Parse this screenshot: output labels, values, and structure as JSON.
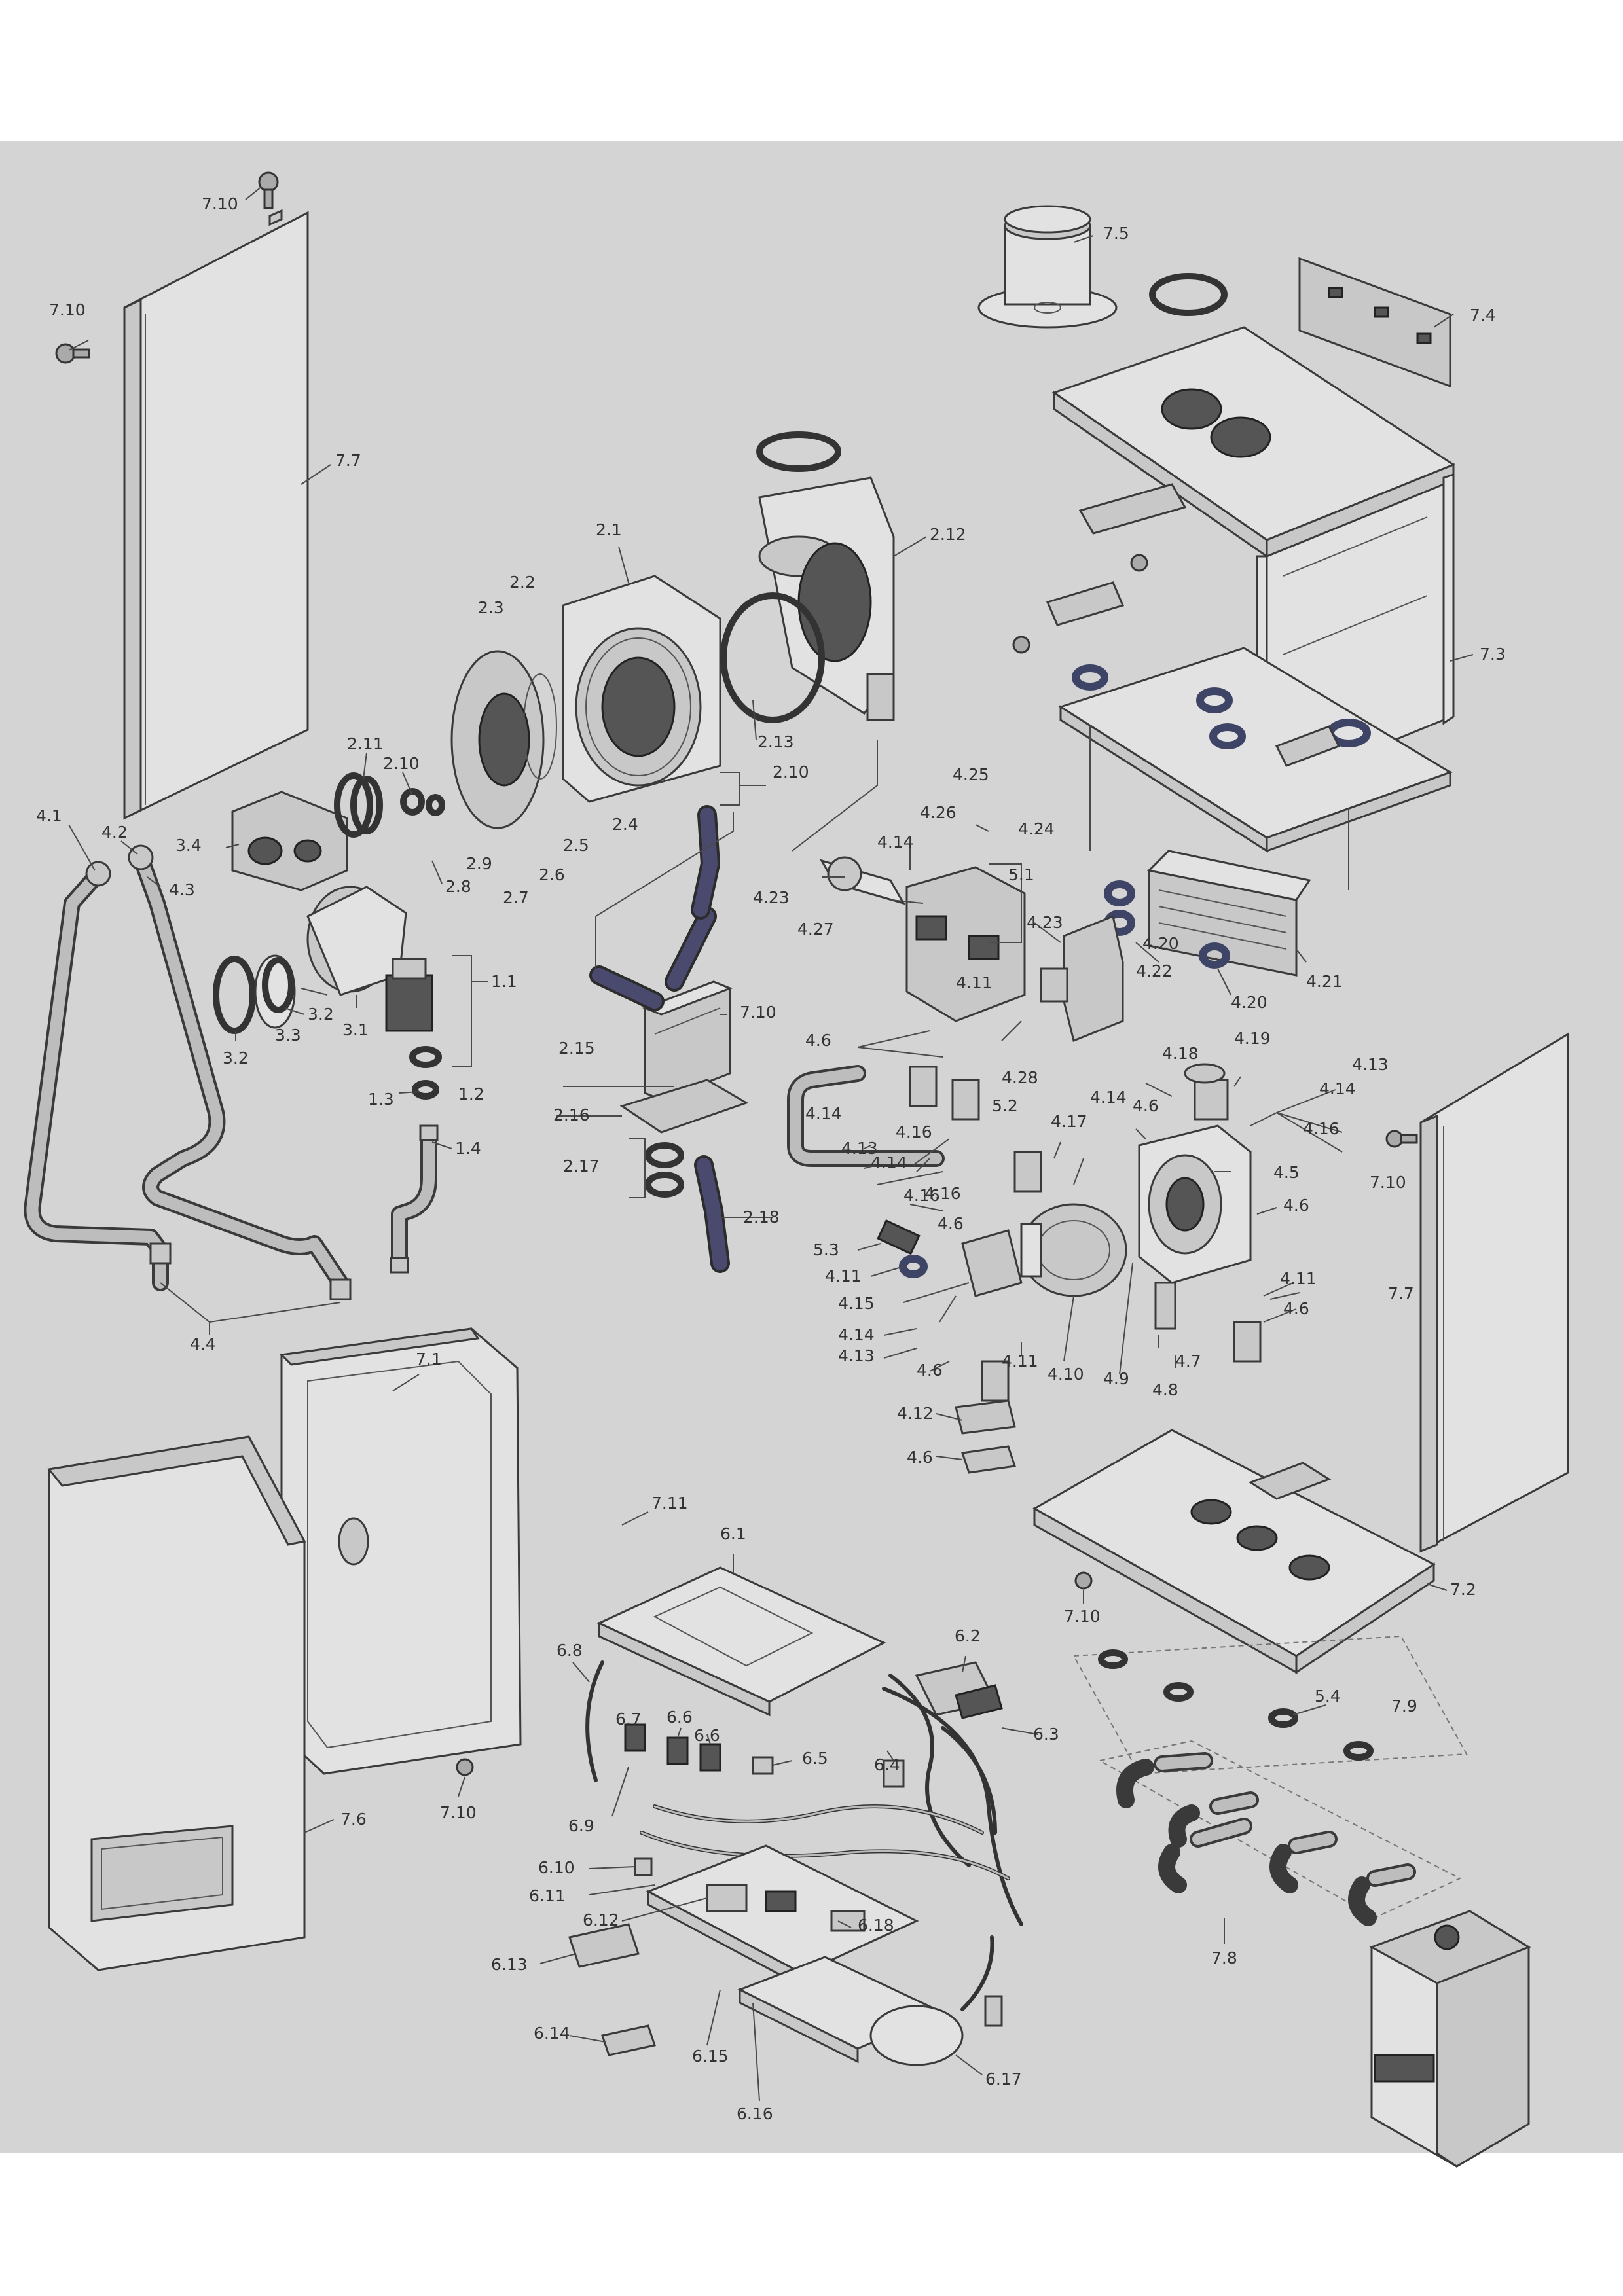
{
  "diagram": {
    "labels": [
      {
        "id": "7.10a",
        "text": "7.10"
      },
      {
        "id": "7.10b",
        "text": "7.10"
      },
      {
        "id": "7.7a",
        "text": "7.7"
      },
      {
        "id": "7.5",
        "text": "7.5"
      },
      {
        "id": "7.4",
        "text": "7.4"
      },
      {
        "id": "7.3",
        "text": "7.3"
      },
      {
        "id": "2.1",
        "text": "2.1"
      },
      {
        "id": "2.12",
        "text": "2.12"
      },
      {
        "id": "2.2",
        "text": "2.2"
      },
      {
        "id": "2.3",
        "text": "2.3"
      },
      {
        "id": "2.13",
        "text": "2.13"
      },
      {
        "id": "2.10a",
        "text": "2.10"
      },
      {
        "id": "2.11",
        "text": "2.11"
      },
      {
        "id": "2.10b",
        "text": "2.10"
      },
      {
        "id": "2.4",
        "text": "2.4"
      },
      {
        "id": "2.5",
        "text": "2.5"
      },
      {
        "id": "2.6",
        "text": "2.6"
      },
      {
        "id": "2.7",
        "text": "2.7"
      },
      {
        "id": "2.8",
        "text": "2.8"
      },
      {
        "id": "2.9",
        "text": "2.9"
      },
      {
        "id": "4.1",
        "text": "4.1"
      },
      {
        "id": "4.2",
        "text": "4.2"
      },
      {
        "id": "4.3",
        "text": "4.3"
      },
      {
        "id": "3.4",
        "text": "3.4"
      },
      {
        "id": "1.1",
        "text": "1.1"
      },
      {
        "id": "3.2a",
        "text": "3.2"
      },
      {
        "id": "3.2b",
        "text": "3.2"
      },
      {
        "id": "3.3",
        "text": "3.3"
      },
      {
        "id": "3.1",
        "text": "3.1"
      },
      {
        "id": "1.3",
        "text": "1.3"
      },
      {
        "id": "1.2",
        "text": "1.2"
      },
      {
        "id": "1.4",
        "text": "1.4"
      },
      {
        "id": "4.4",
        "text": "4.4"
      },
      {
        "id": "4.25",
        "text": "4.25"
      },
      {
        "id": "4.26",
        "text": "4.26"
      },
      {
        "id": "4.24",
        "text": "4.24"
      },
      {
        "id": "4.14a",
        "text": "4.14"
      },
      {
        "id": "5.1",
        "text": "5.1"
      },
      {
        "id": "4.23a",
        "text": "4.23"
      },
      {
        "id": "4.27",
        "text": "4.27"
      },
      {
        "id": "4.23b",
        "text": "4.23"
      },
      {
        "id": "4.20a",
        "text": "4.20"
      },
      {
        "id": "4.22",
        "text": "4.22"
      },
      {
        "id": "4.21",
        "text": "4.21"
      },
      {
        "id": "4.20b",
        "text": "4.20"
      },
      {
        "id": "4.11a",
        "text": "4.11"
      },
      {
        "id": "7.10c",
        "text": "7.10"
      },
      {
        "id": "2.15",
        "text": "2.15"
      },
      {
        "id": "4.6a",
        "text": "4.6"
      },
      {
        "id": "4.28",
        "text": "4.28"
      },
      {
        "id": "4.18",
        "text": "4.18"
      },
      {
        "id": "4.19",
        "text": "4.19"
      },
      {
        "id": "4.13a",
        "text": "4.13"
      },
      {
        "id": "4.14b",
        "text": "4.14"
      },
      {
        "id": "4.14c",
        "text": "4.14"
      },
      {
        "id": "4.6b",
        "text": "4.6"
      },
      {
        "id": "5.2",
        "text": "5.2"
      },
      {
        "id": "4.16a",
        "text": "4.16"
      },
      {
        "id": "2.16",
        "text": "2.16"
      },
      {
        "id": "4.14d",
        "text": "4.14"
      },
      {
        "id": "4.13b",
        "text": "4.13"
      },
      {
        "id": "4.16b",
        "text": "4.16"
      },
      {
        "id": "4.17",
        "text": "4.17"
      },
      {
        "id": "4.16c",
        "text": "4.16"
      },
      {
        "id": "4.14e",
        "text": "4.14"
      },
      {
        "id": "2.17",
        "text": "2.17"
      },
      {
        "id": "4.5",
        "text": "4.5"
      },
      {
        "id": "7.10d",
        "text": "7.10"
      },
      {
        "id": "4.16d",
        "text": "4.16"
      },
      {
        "id": "4.6c",
        "text": "4.6"
      },
      {
        "id": "2.18",
        "text": "2.18"
      },
      {
        "id": "4.6d",
        "text": "4.6"
      },
      {
        "id": "5.3",
        "text": "5.3"
      },
      {
        "id": "4.11b",
        "text": "4.11"
      },
      {
        "id": "4.11c",
        "text": "4.11"
      },
      {
        "id": "4.15",
        "text": "4.15"
      },
      {
        "id": "4.6e",
        "text": "4.6"
      },
      {
        "id": "7.7b",
        "text": "7.7"
      },
      {
        "id": "4.14f",
        "text": "4.14"
      },
      {
        "id": "4.13c",
        "text": "4.13"
      },
      {
        "id": "4.11d",
        "text": "4.11"
      },
      {
        "id": "4.7",
        "text": "4.7"
      },
      {
        "id": "4.6f",
        "text": "4.6"
      },
      {
        "id": "4.10",
        "text": "4.10"
      },
      {
        "id": "4.9",
        "text": "4.9"
      },
      {
        "id": "4.8",
        "text": "4.8"
      },
      {
        "id": "7.1",
        "text": "7.1"
      },
      {
        "id": "4.12",
        "text": "4.12"
      },
      {
        "id": "4.6g",
        "text": "4.6"
      },
      {
        "id": "7.11",
        "text": "7.11"
      },
      {
        "id": "6.1",
        "text": "6.1"
      },
      {
        "id": "7.2",
        "text": "7.2"
      },
      {
        "id": "7.10e",
        "text": "7.10"
      },
      {
        "id": "6.8",
        "text": "6.8"
      },
      {
        "id": "6.2",
        "text": "6.2"
      },
      {
        "id": "5.4",
        "text": "5.4"
      },
      {
        "id": "7.9",
        "text": "7.9"
      },
      {
        "id": "6.3",
        "text": "6.3"
      },
      {
        "id": "6.7",
        "text": "6.7"
      },
      {
        "id": "6.6a",
        "text": "6.6"
      },
      {
        "id": "6.6b",
        "text": "6.6"
      },
      {
        "id": "6.5",
        "text": "6.5"
      },
      {
        "id": "6.4",
        "text": "6.4"
      },
      {
        "id": "7.10f",
        "text": "7.10"
      },
      {
        "id": "7.6",
        "text": "7.6"
      },
      {
        "id": "6.9",
        "text": "6.9"
      },
      {
        "id": "6.10",
        "text": "6.10"
      },
      {
        "id": "6.11",
        "text": "6.11"
      },
      {
        "id": "6.12",
        "text": "6.12"
      },
      {
        "id": "6.18",
        "text": "6.18"
      },
      {
        "id": "7.8",
        "text": "7.8"
      },
      {
        "id": "6.13",
        "text": "6.13"
      },
      {
        "id": "6.14",
        "text": "6.14"
      },
      {
        "id": "6.15",
        "text": "6.15"
      },
      {
        "id": "6.17",
        "text": "6.17"
      },
      {
        "id": "6.16",
        "text": "6.16"
      }
    ]
  }
}
